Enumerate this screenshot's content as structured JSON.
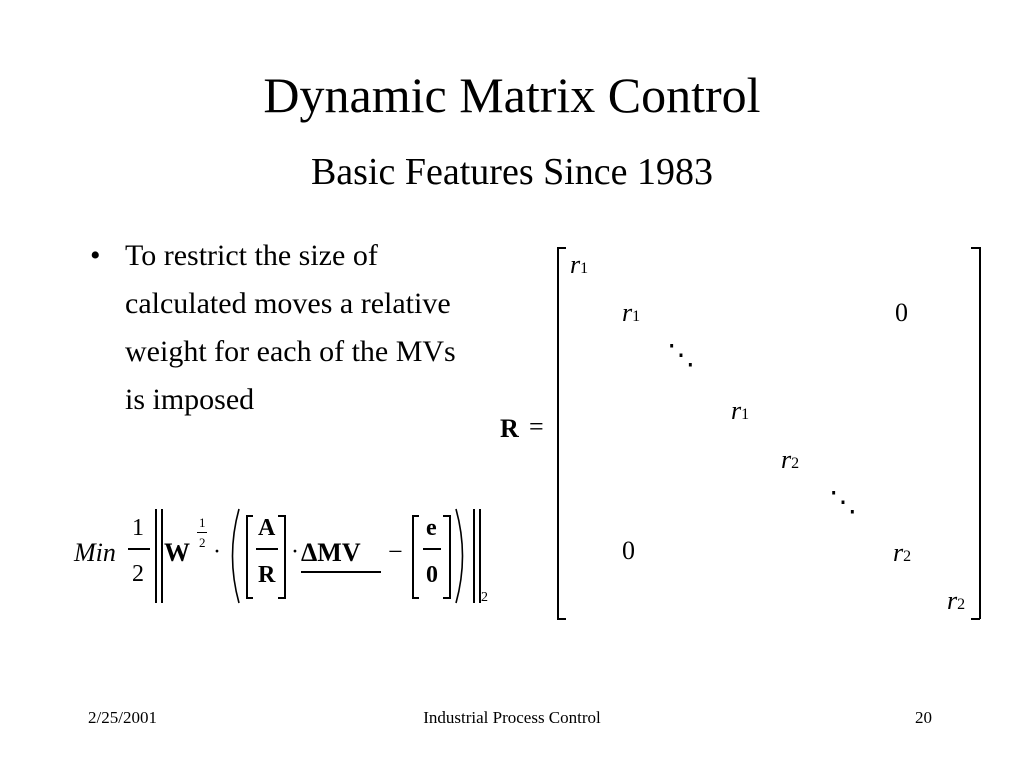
{
  "slide": {
    "title": "Dynamic Matrix Control",
    "subtitle": "Basic Features Since 1983",
    "bullet_symbol": "•",
    "bullet_text": "To restrict the size of calculated moves a relative weight for each of the MVs is imposed"
  },
  "objective": {
    "min": "Min",
    "half_num": "1",
    "half_den": "2",
    "W": "W",
    "exp_num": "1",
    "exp_den": "2",
    "dot": "·",
    "A": "A",
    "R": "R",
    "delta_mv": "ΔMV",
    "minus": "−",
    "e": "e",
    "zero": "0",
    "norm_sub": "2"
  },
  "matrix": {
    "label": "R",
    "equals": "=",
    "entries": [
      {
        "sym": "r",
        "sub": "1"
      },
      {
        "sym": "r",
        "sub": "1"
      },
      {
        "sym": "0",
        "sub": ""
      },
      {
        "sym": "⋱",
        "sub": ""
      },
      {
        "sym": "r",
        "sub": "1"
      },
      {
        "sym": "r",
        "sub": "2"
      },
      {
        "sym": "⋱",
        "sub": ""
      },
      {
        "sym": "0",
        "sub": ""
      },
      {
        "sym": "r",
        "sub": "2"
      },
      {
        "sym": "r",
        "sub": "2"
      }
    ]
  },
  "footer": {
    "date": "2/25/2001",
    "center": "Industrial Process Control",
    "page": "20"
  }
}
